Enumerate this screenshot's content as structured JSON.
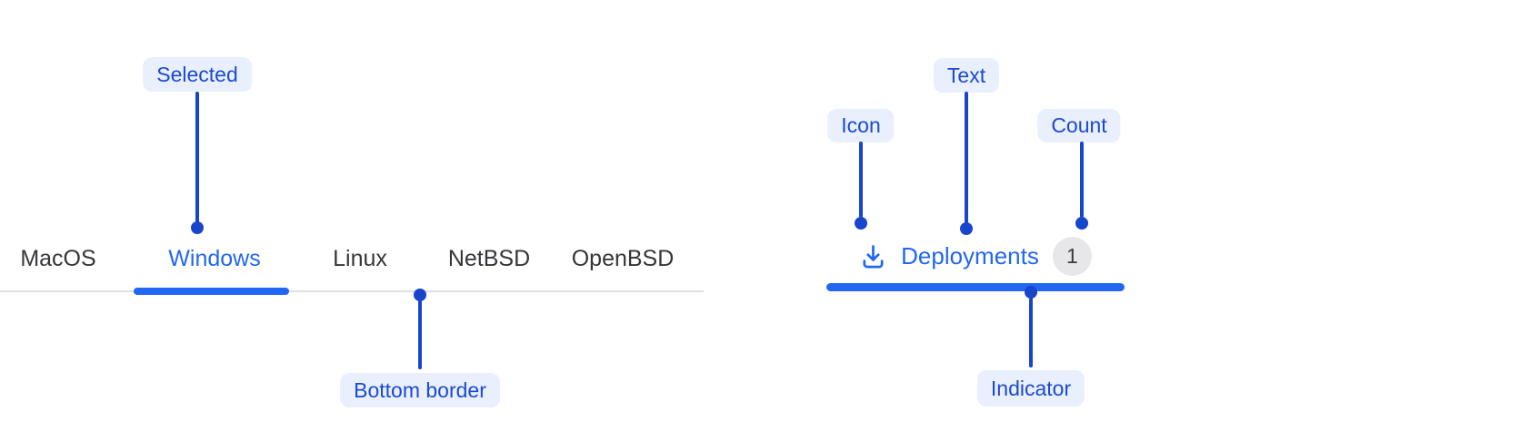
{
  "left_tabs": {
    "items": [
      {
        "label": "MacOS",
        "selected": false
      },
      {
        "label": "Windows",
        "selected": true
      },
      {
        "label": "Linux",
        "selected": false
      },
      {
        "label": "NetBSD",
        "selected": false
      },
      {
        "label": "OpenBSD",
        "selected": false
      }
    ],
    "selected_label": "Windows",
    "annotations": {
      "selected": "Selected",
      "bottom_border": "Bottom border"
    }
  },
  "right_tab": {
    "icon": "download-icon",
    "label": "Deployments",
    "count": "1",
    "annotations": {
      "icon": "Icon",
      "text": "Text",
      "count": "Count",
      "indicator": "Indicator"
    }
  },
  "colors": {
    "component_blue": "#2267f2",
    "annotation_blue": "#1745cb",
    "annotation_pill_bg": "#e9effc",
    "annotation_pill_text": "#1b4ad2",
    "rail_gray": "#e1e1e4",
    "tab_text": "#35363b",
    "count_badge_bg": "#e7e7e9",
    "count_badge_text": "#3a3b3f"
  }
}
